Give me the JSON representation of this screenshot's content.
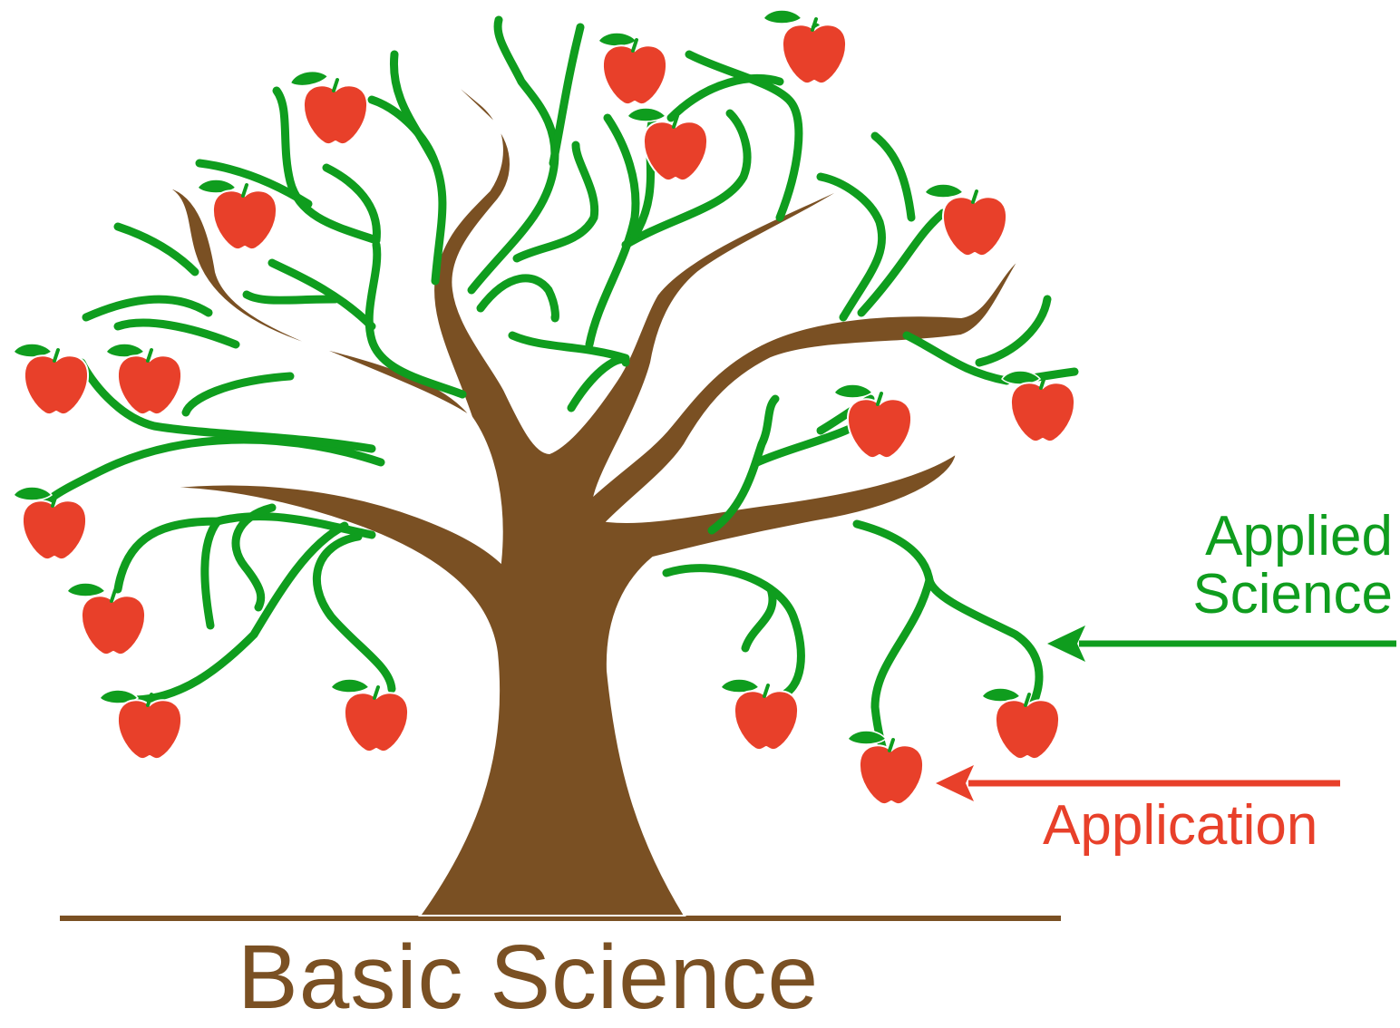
{
  "colors": {
    "trunk": "#7a5023",
    "branch_green": "#0f9d1e",
    "apple": "#e8402a",
    "apple_outline": "#ffffff",
    "leaf": "#0f9d1e",
    "background": "#ffffff"
  },
  "labels": {
    "applied_line1": "Applied",
    "applied_line2": "Science",
    "application": "Application",
    "basic": "Basic Science"
  },
  "icons": {
    "apple": "apple-icon",
    "leaf": "leaf-icon",
    "arrow": "left-arrow-icon"
  }
}
